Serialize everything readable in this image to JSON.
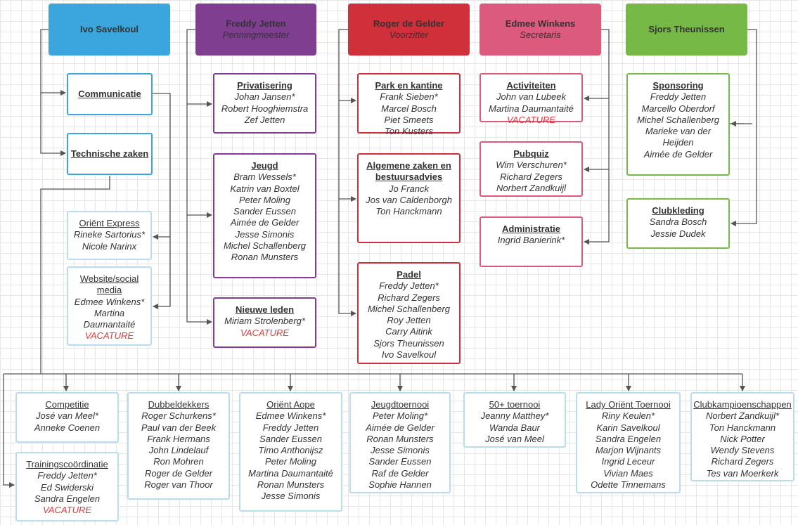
{
  "heads": [
    {
      "id": "ivo",
      "name": "Ivo Savelkoul",
      "role": "",
      "color": "#3aa6dd"
    },
    {
      "id": "freddy",
      "name": "Freddy Jetten",
      "role": "Penningmeester",
      "color": "#7f3e8f"
    },
    {
      "id": "roger",
      "name": "Roger de Gelder",
      "role": "Voorzitter",
      "color": "#d0303a"
    },
    {
      "id": "edmee",
      "name": "Edmee Winkens",
      "role": "Secretaris",
      "color": "#dc5a7e"
    },
    {
      "id": "sjors",
      "name": "Sjors Theunissen",
      "role": "",
      "color": "#76b947"
    }
  ],
  "boxes": [
    {
      "id": "communicatie",
      "title": "Communicatie",
      "members": []
    },
    {
      "id": "technische",
      "title": "Technische zaken",
      "members": []
    },
    {
      "id": "orient_express",
      "title": "Oriënt Express",
      "members": [
        "Rineke Sartorius*",
        "Nicole Narinx"
      ]
    },
    {
      "id": "website",
      "title": "Website/social media",
      "title_lines": [
        "Website/social",
        "media"
      ],
      "members": [
        "Edmee Winkens*",
        "Martina",
        "Daumantaité",
        "VACATURE"
      ]
    },
    {
      "id": "privatisering",
      "title": "Privatisering",
      "members": [
        "Johan Jansen*",
        "Robert Hooghiemstra",
        "Zef Jetten"
      ]
    },
    {
      "id": "jeugd",
      "title": "Jeugd",
      "members": [
        "Bram Wessels*",
        "Katrin van Boxtel",
        "Peter Moling",
        "Sander Eussen",
        "Aimée de Gelder",
        "Jesse Simonis",
        "Michel Schallenberg",
        "Ronan Munsters"
      ]
    },
    {
      "id": "nieuwe_leden",
      "title": "Nieuwe leden",
      "members": [
        "Miriam Strolenberg*",
        "VACATURE"
      ]
    },
    {
      "id": "park",
      "title": "Park en kantine",
      "members": [
        "Frank Sieben*",
        "Marcel Bosch",
        "Piet Smeets",
        "Ton Kusters"
      ]
    },
    {
      "id": "algemene",
      "title": "Algemene zaken en bestuursadvies",
      "title_lines": [
        "Algemene zaken en",
        "bestuursadvies"
      ],
      "members": [
        "Jo Franck",
        "Jos van Caldenborgh",
        "Ton Hanckmann"
      ]
    },
    {
      "id": "padel",
      "title": "Padel",
      "members": [
        "Freddy Jetten*",
        "Richard Zegers",
        "Michel Schallenberg",
        "Roy Jetten",
        "Carry Aitink",
        "Sjors Theunissen",
        "Ivo Savelkoul"
      ]
    },
    {
      "id": "activiteiten",
      "title": "Activiteiten",
      "members": [
        "John van Lubeek",
        "Martina Daumantaité",
        "VACATURE"
      ]
    },
    {
      "id": "pubquiz",
      "title": "Pubquiz",
      "members": [
        "Wim Verschuren*",
        "Richard Zegers",
        "Norbert Zandkuijl"
      ]
    },
    {
      "id": "administratie",
      "title": "Administratie",
      "members": [
        "Ingrid Banierink*"
      ]
    },
    {
      "id": "sponsoring",
      "title": "Sponsoring",
      "members": [
        "Freddy Jetten",
        "Marcello Oberdorf",
        "Michel Schallenberg",
        "Marieke van der",
        "Heijden",
        "Aimée de Gelder"
      ]
    },
    {
      "id": "clubkleding",
      "title": "Clubkleding",
      "members": [
        "Sandra Bosch",
        "Jessie Dudek"
      ]
    },
    {
      "id": "competitie",
      "title": "Competitie",
      "members": [
        "José van Meel*",
        "Anneke Coenen"
      ]
    },
    {
      "id": "trainings",
      "title": "Trainingscoördinatie",
      "members": [
        "Freddy Jetten*",
        "Ed Swiderski",
        "Sandra Engelen",
        "VACATURE"
      ]
    },
    {
      "id": "dubbeldekkers",
      "title": "Dubbeldekkers",
      "members": [
        "Roger Schurkens*",
        "Paul van der Beek",
        "Frank Hermans",
        "John Lindelauf",
        "Ron Mohren",
        "Roger de Gelder",
        "Roger van Thoor"
      ]
    },
    {
      "id": "orient_aope",
      "title": "Oriënt Aope",
      "members": [
        "Edmee Winkens*",
        "Freddy Jetten",
        "Sander Eussen",
        "Timo Anthonijsz",
        "Peter Moling",
        "Martina Daumantaité",
        "Ronan Munsters",
        "Jesse Simonis"
      ]
    },
    {
      "id": "jeugdtoernooi",
      "title": "Jeugdtoernooi",
      "members": [
        "Peter Moling*",
        "Aimée de Gelder",
        "Ronan Munsters",
        "Jesse Simonis",
        "Sander Eussen",
        "Raf de Gelder",
        "Sophie Hannen"
      ]
    },
    {
      "id": "toernooi50",
      "title": "50+ toernooi",
      "members": [
        "Jeanny Matthey*",
        "Wanda Baur",
        "José van Meel"
      ]
    },
    {
      "id": "lady_orient",
      "title": "Lady Oriënt Toernooi",
      "members": [
        "Riny Keulen*",
        "Karin Savelkoul",
        "Sandra Engelen",
        "Marjon Wijnants",
        "Ingrid Leceur",
        "Vivian Maes",
        "Odette Tinnemans"
      ]
    },
    {
      "id": "clubkampioen",
      "title": "Clubkampioenschappen",
      "members": [
        "Norbert Zandkuijl*",
        "Ton Hanckmann",
        "Nick Potter",
        "Wendy Stevens",
        "Richard Zegers",
        "Tes van Moerkerk"
      ]
    }
  ],
  "vacancy_label": "VACATURE",
  "colors": {
    "line": "#555555",
    "vacancy": "#e03a3e",
    "grid": "#e6e6e6"
  }
}
